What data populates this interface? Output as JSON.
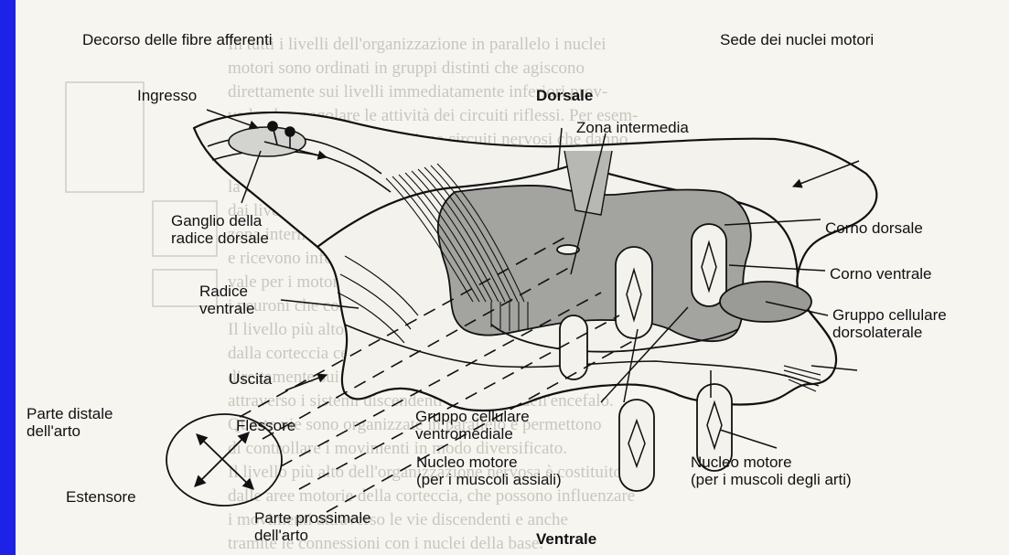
{
  "labels": {
    "afferent_path": "Decorso delle fibre afferenti",
    "motor_nuclei_site": "Sede dei nuclei motori",
    "input": "Ingresso",
    "dorsal": "Dorsale",
    "intermediate_zone": "Zona intermedia",
    "dorsal_root_ganglion": "Ganglio della\nradice dorsale",
    "dorsal_horn": "Corno dorsale",
    "ventral_horn": "Corno ventrale",
    "ventral_root": "Radice\nventrale",
    "dorsolateral_group": "Gruppo cellulare\ndorsolaterale",
    "output": "Uscita",
    "distal_limb": "Parte distale\ndell'arto",
    "flexor": "Flessore",
    "ventromedial_group": "Gruppo cellulare\nventromediale",
    "motor_nucleus_axial": "Nucleo motore\n(per i muscoli assiali)",
    "motor_nucleus_limbs": "Nucleo motore\n(per i muscoli degli arti)",
    "extensor": "Estensore",
    "proximal_limb": "Parte prossimale\ndell'arto",
    "ventral": "Ventrale"
  },
  "colors": {
    "frame": "#1d22e6",
    "paper": "#f6f5f0",
    "gray_matter": "#9a9a96",
    "ink": "#111111"
  }
}
